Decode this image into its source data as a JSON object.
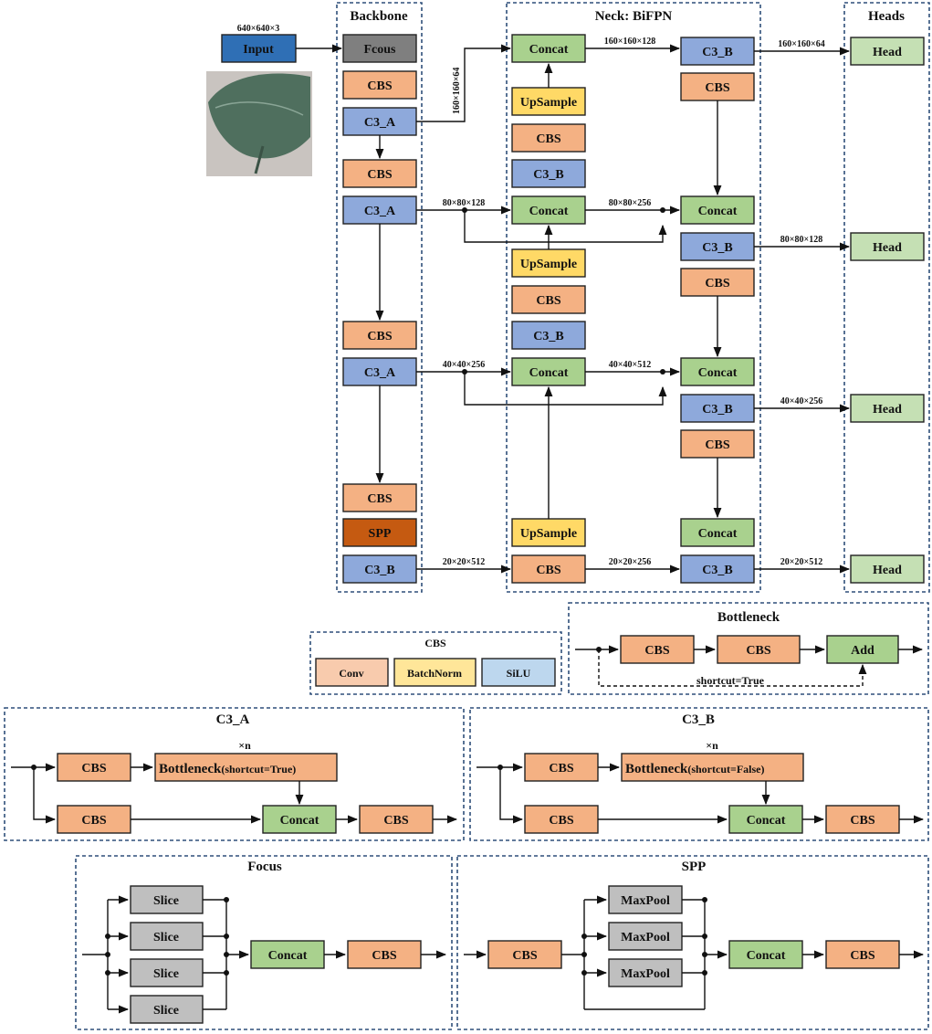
{
  "colors": {
    "input_blue": "#2f6fb5",
    "focus_gray": "#7f7f7f",
    "cbs_orange": "#f4b183",
    "c3_blue": "#8ea9db",
    "concat_green": "#a9d18e",
    "upsample_yellow": "#ffd966",
    "spp_brown": "#c55a11",
    "head_green": "#c5e0b4",
    "conv_peach": "#f8cbad",
    "batchnorm_yellow": "#ffe699",
    "silu_blue": "#bdd7ee",
    "slice_gray": "#bfbfbf"
  },
  "titles": {
    "backbone": "Backbone",
    "neck": "Neck: BiFPN",
    "heads": "Heads",
    "cbs_legend": "CBS",
    "bottleneck": "Bottleneck",
    "c3a": "C3_A",
    "c3b": "C3_B",
    "focus": "Focus",
    "spp": "SPP"
  },
  "labels": {
    "input": "Input",
    "focus": "Fcous",
    "cbs": "CBS",
    "c3a": "C3_A",
    "c3b": "C3_B",
    "spp": "SPP",
    "concat": "Concat",
    "upsample": "UpSample",
    "head": "Head",
    "conv": "Conv",
    "batchnorm": "BatchNorm",
    "silu": "SiLU",
    "add": "Add",
    "slice": "Slice",
    "maxpool": "MaxPool",
    "bottleneck": "Bottleneck",
    "shortcut_true_paren": "(shortcut=True)",
    "shortcut_false_paren": "(shortcut=False)",
    "shortcut_true": "shortcut=True",
    "times_n": "×n"
  },
  "dims": {
    "input": "640×640×3",
    "d160_64": "160×160×64",
    "d160_128": "160×160×128",
    "d80_128": "80×80×128",
    "d80_256": "80×80×256",
    "d40_256": "40×40×256",
    "d40_512": "40×40×512",
    "d20_512": "20×20×512",
    "d20_256": "20×20×256"
  },
  "image": {
    "subject": "leaf-photo"
  }
}
